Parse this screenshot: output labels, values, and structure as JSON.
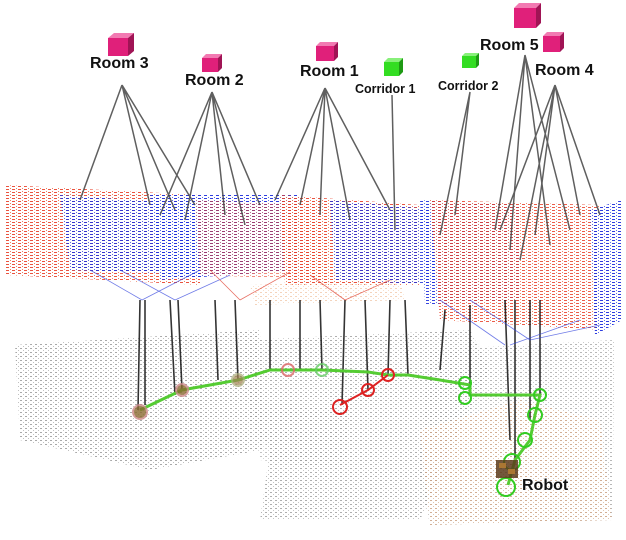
{
  "labels": {
    "room3": "Room 3",
    "room2": "Room 2",
    "room1": "Room 1",
    "corridor1": "Corridor 1",
    "corridor2": "Corridor 2",
    "room5": "Room 5",
    "room4": "Room 4",
    "robot": "Robot"
  },
  "colors": {
    "room_node": "#e0207a",
    "corridor_node": "#33dd22",
    "wall_red": "#e8402a",
    "wall_blue": "#2233dd",
    "graph_edge": "#444444",
    "trajectory_green": "#55cc33",
    "trajectory_red": "#dd2222",
    "pointcloud_gray": "#9a9a9a",
    "pointcloud_orange": "#e8a878"
  }
}
